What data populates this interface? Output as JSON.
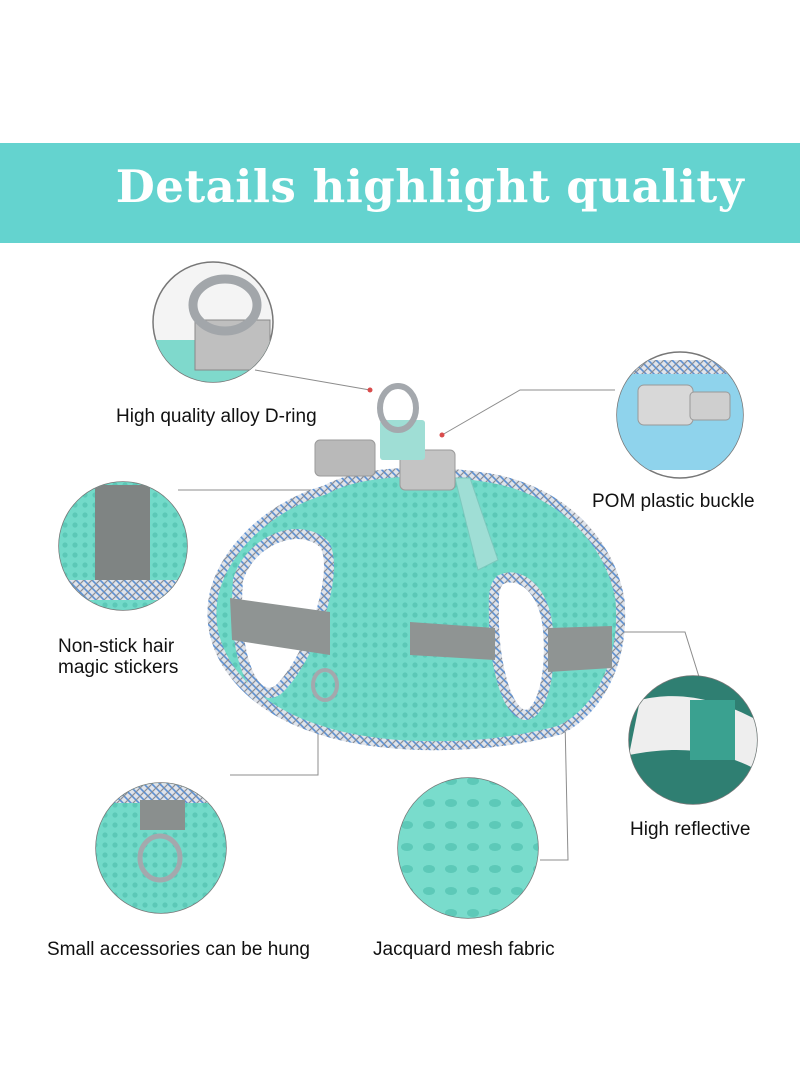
{
  "banner": {
    "title": "Details highlight quality",
    "background": "#64d3cf",
    "text_color": "#ffffff"
  },
  "colors": {
    "mesh": "#6fd8c8",
    "mesh_dark": "#4fc2b3",
    "reflective": "#8a8f8e",
    "trim_blue": "#5b8fd1",
    "plastic": "#b8b8b8"
  },
  "features": [
    {
      "id": "d-ring",
      "label": "High quality alloy D-ring",
      "icon": "d-ring-closeup"
    },
    {
      "id": "buckle",
      "label": "POM plastic buckle",
      "icon": "buckle-closeup"
    },
    {
      "id": "stickers",
      "label_line1": "Non-stick hair",
      "label_line2": "magic stickers",
      "icon": "velcro-closeup"
    },
    {
      "id": "reflective",
      "label": "High reflective",
      "icon": "reflective-strip-closeup"
    },
    {
      "id": "accessories",
      "label": "Small accessories can be hung",
      "icon": "small-d-ring-closeup"
    },
    {
      "id": "mesh",
      "label": "Jacquard mesh fabric",
      "icon": "mesh-fabric-closeup"
    }
  ]
}
